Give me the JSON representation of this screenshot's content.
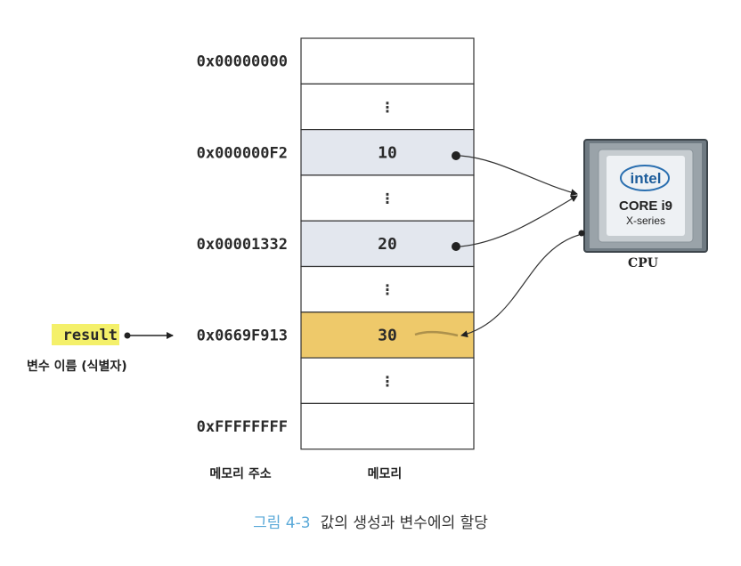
{
  "memory": {
    "addresses": [
      {
        "text": "0x00000000",
        "row": 0
      },
      {
        "text": "0x000000F2",
        "row": 2
      },
      {
        "text": "0x00001332",
        "row": 4
      },
      {
        "text": "0x0669F913",
        "row": 6
      },
      {
        "text": "0xFFFFFFFF",
        "row": 8
      }
    ],
    "cells": [
      {
        "value": "",
        "kind": "empty"
      },
      {
        "value": "⋮",
        "kind": "gap"
      },
      {
        "value": "10",
        "kind": "operand"
      },
      {
        "value": "⋮",
        "kind": "gap"
      },
      {
        "value": "20",
        "kind": "operand"
      },
      {
        "value": "⋮",
        "kind": "gap"
      },
      {
        "value": "30",
        "kind": "result"
      },
      {
        "value": "⋮",
        "kind": "gap"
      },
      {
        "value": "",
        "kind": "empty"
      }
    ]
  },
  "variable": {
    "name": "result",
    "caption": "변수 이름 (식별자)"
  },
  "cpu": {
    "brand": "intel",
    "line1": "CORE i9",
    "line2": "X-series",
    "label": "CPU"
  },
  "labels": {
    "address_column": "메모리 주소",
    "memory_column": "메모리"
  },
  "caption": {
    "prefix": "그림 4-3",
    "text": "값의 생성과 변수에의 할당"
  },
  "colors": {
    "operand_fill": "#e3e7ee",
    "result_fill": "#eec96a",
    "variable_highlight": "#f4f06a",
    "caption_accent": "#5aa9d8",
    "border": "#333333"
  },
  "icons": {
    "cpu": "intel-core-i9-chip-icon"
  }
}
